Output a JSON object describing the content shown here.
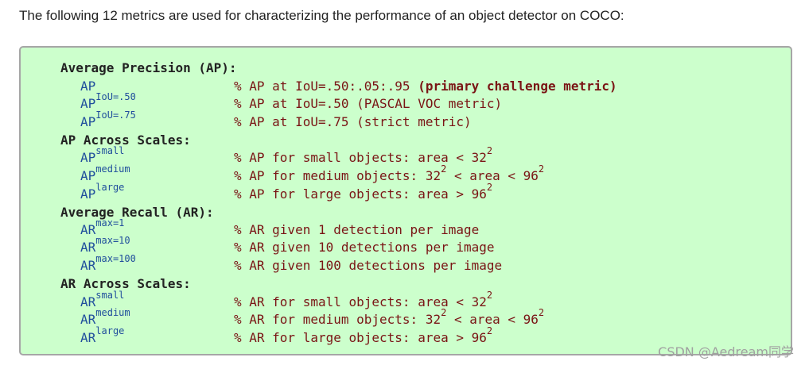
{
  "intro": "The following 12 metrics are used for characterizing the performance of an object detector on COCO:",
  "sections": {
    "ap": "Average Precision (AP):",
    "ap_scales": "AP Across Scales:",
    "ar": "Average Recall (AR):",
    "ar_scales": "AR Across Scales:"
  },
  "metrics": [
    {
      "base": "AP",
      "sup": "",
      "desc_pre": "% AP at IoU=.50:.05:.95 ",
      "desc_bold": "(primary challenge metric)",
      "desc_post": "",
      "desc_sup": "",
      "desc_tail": "",
      "desc_sup2": ""
    },
    {
      "base": "AP",
      "sup": "IoU=.50",
      "desc_pre": "% AP at IoU=.50 (PASCAL VOC metric)",
      "desc_bold": "",
      "desc_post": "",
      "desc_sup": "",
      "desc_tail": "",
      "desc_sup2": ""
    },
    {
      "base": "AP",
      "sup": "IoU=.75",
      "desc_pre": "% AP at IoU=.75 (strict metric)",
      "desc_bold": "",
      "desc_post": "",
      "desc_sup": "",
      "desc_tail": "",
      "desc_sup2": ""
    },
    {
      "base": "AP",
      "sup": "small",
      "desc_pre": "% AP for small objects: area < 32",
      "desc_bold": "",
      "desc_post": "",
      "desc_sup": "2",
      "desc_tail": "",
      "desc_sup2": ""
    },
    {
      "base": "AP",
      "sup": "medium",
      "desc_pre": "% AP for medium objects: 32",
      "desc_bold": "",
      "desc_post": "",
      "desc_sup": "2",
      "desc_tail": " < area < 96",
      "desc_sup2": "2"
    },
    {
      "base": "AP",
      "sup": "large",
      "desc_pre": "% AP for large objects: area > 96",
      "desc_bold": "",
      "desc_post": "",
      "desc_sup": "2",
      "desc_tail": "",
      "desc_sup2": ""
    },
    {
      "base": "AR",
      "sup": "max=1",
      "desc_pre": "% AR given 1 detection per image",
      "desc_bold": "",
      "desc_post": "",
      "desc_sup": "",
      "desc_tail": "",
      "desc_sup2": ""
    },
    {
      "base": "AR",
      "sup": "max=10",
      "desc_pre": "% AR given 10 detections per image",
      "desc_bold": "",
      "desc_post": "",
      "desc_sup": "",
      "desc_tail": "",
      "desc_sup2": ""
    },
    {
      "base": "AR",
      "sup": "max=100",
      "desc_pre": "% AR given 100 detections per image",
      "desc_bold": "",
      "desc_post": "",
      "desc_sup": "",
      "desc_tail": "",
      "desc_sup2": ""
    },
    {
      "base": "AR",
      "sup": "small",
      "desc_pre": "% AR for small objects: area < 32",
      "desc_bold": "",
      "desc_post": "",
      "desc_sup": "2",
      "desc_tail": "",
      "desc_sup2": ""
    },
    {
      "base": "AR",
      "sup": "medium",
      "desc_pre": "% AR for medium objects: 32",
      "desc_bold": "",
      "desc_post": "",
      "desc_sup": "2",
      "desc_tail": " < area < 96",
      "desc_sup2": "2"
    },
    {
      "base": "AR",
      "sup": "large",
      "desc_pre": "% AR for large objects: area > 96",
      "desc_bold": "",
      "desc_post": "",
      "desc_sup": "2",
      "desc_tail": "",
      "desc_sup2": ""
    }
  ],
  "watermark": "CSDN @Aedream同学",
  "colors": {
    "box_bg": "#ccffcc",
    "box_border": "#a6a6a6",
    "metric_text": "#1f4e9c",
    "desc_text": "#7a1515",
    "header_text": "#222222"
  }
}
